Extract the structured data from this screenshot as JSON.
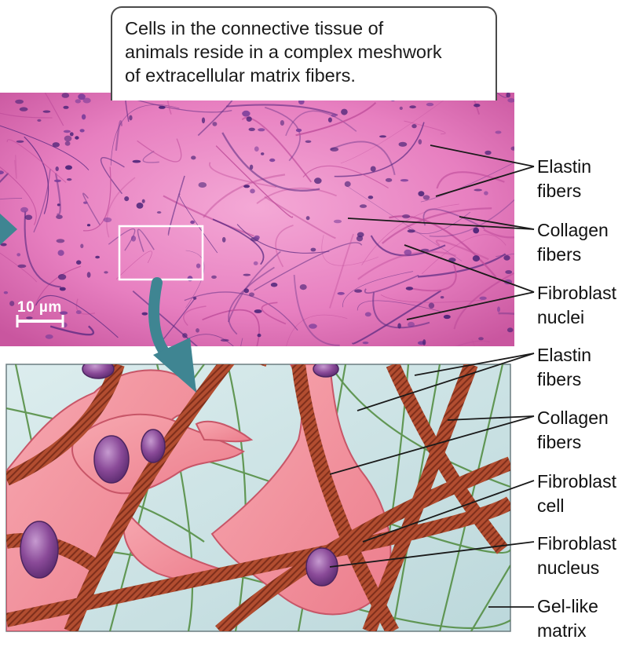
{
  "caption": {
    "lines": [
      "Cells in the connective tissue of",
      "animals reside in a complex meshwork",
      "of extracellular matrix fibers."
    ]
  },
  "micrograph": {
    "scale_bar": "10 µm"
  },
  "top_labels": [
    {
      "lines": [
        "Elastin",
        "fibers"
      ]
    },
    {
      "lines": [
        "Collagen",
        "fibers"
      ]
    },
    {
      "lines": [
        "Fibroblast",
        "nuclei"
      ]
    }
  ],
  "bottom_labels": [
    {
      "lines": [
        "Elastin",
        "fibers"
      ]
    },
    {
      "lines": [
        "Collagen",
        "fibers"
      ]
    },
    {
      "lines": [
        "Fibroblast",
        "cell"
      ]
    },
    {
      "lines": [
        "Fibroblast",
        "nucleus"
      ]
    },
    {
      "lines": [
        "Gel-like",
        "matrix"
      ]
    }
  ],
  "colors": {
    "tissue_pink": "#e77fc0",
    "tissue_purple": "#5a2a82",
    "matrix_blue": "#cfe4e6",
    "cell_pink": "#f28e9a",
    "nucleus_purple": "#8a4a98",
    "collagen_brown": "#a8452c",
    "elastin_green": "#4f8a3c",
    "arrow_teal": "#3f8592"
  }
}
